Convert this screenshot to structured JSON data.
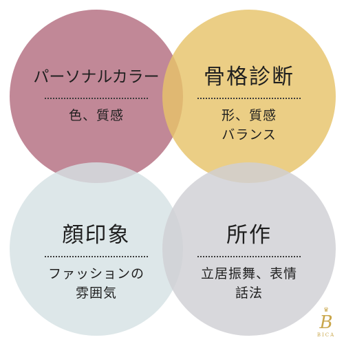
{
  "colors": {
    "personal_color": "#b36e80",
    "bone_structure": "#e6c36a",
    "face_impression": "#d6e2e4",
    "gesture": "#d0d0d4",
    "logo_gold": "#c9a64a"
  },
  "circles": [
    {
      "title": "パーソナルカラー",
      "description_lines": [
        "色、質感"
      ]
    },
    {
      "title": "骨格診断",
      "description_lines": [
        "形、質感",
        "バランス"
      ]
    },
    {
      "title": "顔印象",
      "description_lines": [
        "ファッションの",
        "雰囲気"
      ]
    },
    {
      "title": "所作",
      "description_lines": [
        "立居振舞、表情",
        "話法"
      ]
    }
  ],
  "logo": {
    "icon": "crown-icon",
    "mark": "B",
    "text": "BICA"
  }
}
